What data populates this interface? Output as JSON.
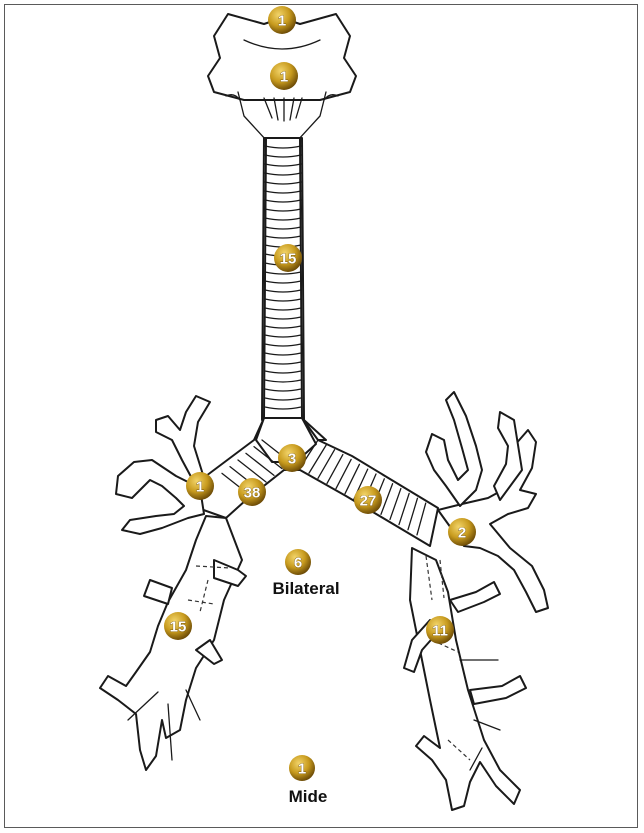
{
  "diagram": {
    "colors": {
      "badge_light": "#f2d46a",
      "badge_mid": "#c89b1e",
      "badge_dark": "#6b4a06",
      "outline": "#1a1a1a"
    },
    "markers": {
      "larynx_top": "1",
      "larynx_glottis": "1",
      "trachea": "15",
      "carina": "3",
      "right_upper_lobe": "1",
      "right_main_bronchus": "38",
      "left_main_bronchus": "27",
      "left_upper_lobe": "2",
      "bilateral": "6",
      "right_lower_lobe": "15",
      "left_lower_lobe": "11",
      "mide": "1"
    },
    "labels": {
      "bilateral": "Bilateral",
      "mide": "Mide"
    }
  }
}
